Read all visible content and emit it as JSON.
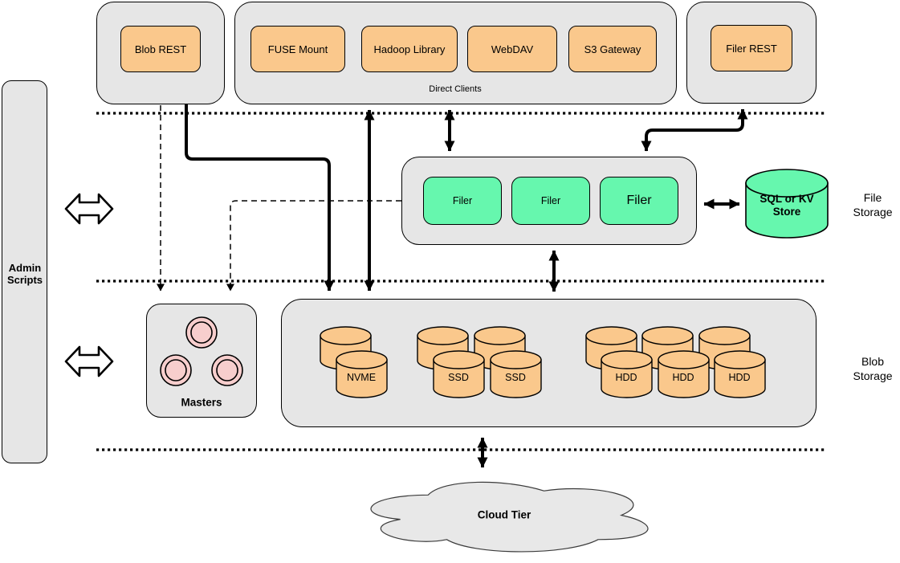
{
  "top": {
    "blob_rest": "Blob REST",
    "direct_clients_label": "Direct Clients",
    "direct_clients_items": [
      {
        "label": "FUSE Mount"
      },
      {
        "label": "Hadoop Library"
      },
      {
        "label": "WebDAV"
      },
      {
        "label": "S3 Gateway"
      }
    ],
    "filer_rest": "Filer REST"
  },
  "left_rail": {
    "admin_line1": "Admin",
    "admin_line2": "Scripts"
  },
  "file_tier": {
    "filers": [
      {
        "label": "Filer"
      },
      {
        "label": "Filer"
      },
      {
        "label": "Filer"
      }
    ],
    "sql_line1": "SQL or KV",
    "sql_line2": "Store",
    "side_line1": "File",
    "side_line2": "Storage"
  },
  "blob_tier": {
    "masters_label": "Masters",
    "volumes": [
      {
        "label": "NVME"
      },
      {
        "label": "SSD"
      },
      {
        "label": "SSD"
      },
      {
        "label": "HDD"
      },
      {
        "label": "HDD"
      },
      {
        "label": "HDD"
      }
    ],
    "side_line1": "Blob",
    "side_line2": "Storage"
  },
  "cloud_tier": {
    "label": "Cloud Tier"
  },
  "colors": {
    "container_gray": "#E6E6E6",
    "node_orange": "#FAC88C",
    "node_green": "#66F7AE",
    "master_pink": "#F7CECD",
    "line_black": "#000000"
  }
}
